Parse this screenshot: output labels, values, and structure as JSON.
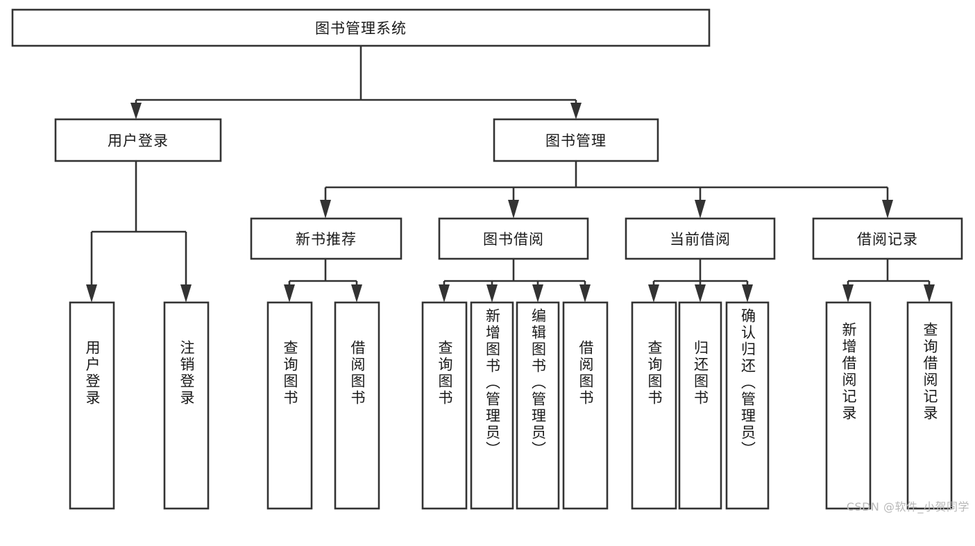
{
  "diagram": {
    "type": "hierarchy-tree",
    "title": "图书管理系统",
    "root": {
      "id": "root",
      "label": "图书管理系统",
      "orientation": "horizontal"
    },
    "level1": [
      {
        "id": "user-login",
        "label": "用户登录",
        "orientation": "horizontal"
      },
      {
        "id": "book-management",
        "label": "图书管理",
        "orientation": "horizontal"
      }
    ],
    "level2": [
      {
        "id": "new-book-recommend",
        "label": "新书推荐",
        "parent": "book-management",
        "orientation": "horizontal"
      },
      {
        "id": "book-borrow",
        "label": "图书借阅",
        "parent": "book-management",
        "orientation": "horizontal"
      },
      {
        "id": "current-borrow",
        "label": "当前借阅",
        "parent": "book-management",
        "orientation": "horizontal"
      },
      {
        "id": "borrow-record",
        "label": "借阅记录",
        "parent": "book-management",
        "orientation": "horizontal"
      }
    ],
    "leaves": [
      {
        "id": "leaf-user-login",
        "label": "用户登录",
        "parent": "user-login",
        "orientation": "vertical"
      },
      {
        "id": "leaf-logout-login",
        "label": "注销登录",
        "parent": "user-login",
        "orientation": "vertical"
      },
      {
        "id": "leaf-query-book-1",
        "label": "查询图书",
        "parent": "new-book-recommend",
        "orientation": "vertical"
      },
      {
        "id": "leaf-borrow-book-1",
        "label": "借阅图书",
        "parent": "new-book-recommend",
        "orientation": "vertical"
      },
      {
        "id": "leaf-query-book-2",
        "label": "查询图书",
        "parent": "book-borrow",
        "orientation": "vertical"
      },
      {
        "id": "leaf-add-book-admin",
        "label": "新增图书（管理员）",
        "parent": "book-borrow",
        "orientation": "vertical"
      },
      {
        "id": "leaf-edit-book-admin",
        "label": "编辑图书（管理员）",
        "parent": "book-borrow",
        "orientation": "vertical"
      },
      {
        "id": "leaf-borrow-book-2",
        "label": "借阅图书",
        "parent": "book-borrow",
        "orientation": "vertical"
      },
      {
        "id": "leaf-query-book-3",
        "label": "查询图书",
        "parent": "current-borrow",
        "orientation": "vertical"
      },
      {
        "id": "leaf-return-book",
        "label": "归还图书",
        "parent": "current-borrow",
        "orientation": "vertical"
      },
      {
        "id": "leaf-confirm-return-admin",
        "label": "确认归还（管理员）",
        "parent": "current-borrow",
        "orientation": "vertical"
      },
      {
        "id": "leaf-add-borrow-record",
        "label": "新增借阅记录",
        "parent": "borrow-record",
        "orientation": "vertical"
      },
      {
        "id": "leaf-query-borrow-record",
        "label": "查询借阅记录",
        "parent": "borrow-record",
        "orientation": "vertical"
      }
    ]
  },
  "watermark": {
    "text": "CSDN @软件_小贺同学"
  },
  "colors": {
    "stroke": "#333333",
    "box_fill": "#ffffff",
    "text": "#1a1a1a",
    "background": "#ffffff",
    "watermark": "#b8b8b8"
  }
}
